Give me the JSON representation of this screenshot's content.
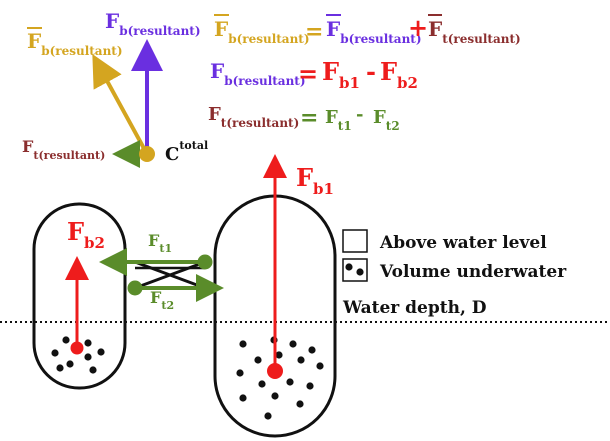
{
  "colors": {
    "gold": "#d4a520",
    "purple": "#6a2fe0",
    "red": "#ee1c1c",
    "brown": "#8b2e2e",
    "green": "#5a8c2a",
    "black": "#111111"
  },
  "resultant_diagram": {
    "fb_resultant_bar_main": "F",
    "fb_resultant_bar_sub": "b(resultant)",
    "fb_resultant_main": "F",
    "fb_resultant_sub": "b(resultant)",
    "ft_resultant_main": "F",
    "ft_resultant_sub": "t(resultant)",
    "c_main": "C",
    "c_sup": "total"
  },
  "equations": {
    "eq1": {
      "lhs_main": "F",
      "lhs_sub": "b(resultant)",
      "eq": "=",
      "t1_main": "F",
      "t1_sub": "b(resultant)",
      "op": "+",
      "t2_main": "F",
      "t2_sub": "t(resultant)"
    },
    "eq2": {
      "lhs_main": "F",
      "lhs_sub": "b(resultant)",
      "eq": "=",
      "t1_main": "F",
      "t1_sub": "b1",
      "op": "-",
      "t2_main": "F",
      "t2_sub": "b2"
    },
    "eq3": {
      "lhs_main": "F",
      "lhs_sub": "t(resultant)",
      "eq": "=",
      "t1_main": "F",
      "t1_sub": "t1",
      "op": "-",
      "t2_main": "F",
      "t2_sub": "t2"
    }
  },
  "hull_labels": {
    "fb1_main": "F",
    "fb1_sub": "b1",
    "fb2_main": "F",
    "fb2_sub": "b2",
    "ft1_main": "F",
    "ft1_sub": "t1",
    "ft2_main": "F",
    "ft2_sub": "t2"
  },
  "legend": {
    "above": "Above water level",
    "under": "Volume underwater",
    "depth": "Water depth, D"
  }
}
